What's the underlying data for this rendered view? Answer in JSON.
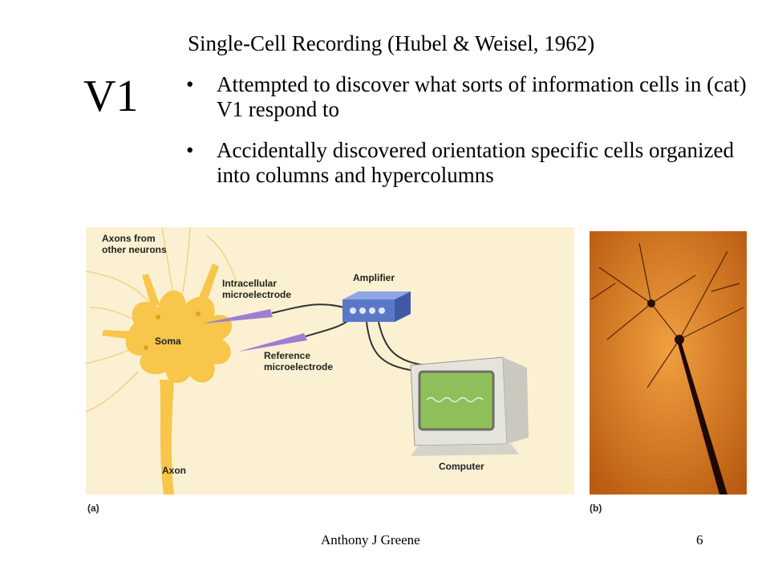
{
  "slide": {
    "side_title": "V1",
    "heading": "Single-Cell Recording (Hubel & Weisel, 1962)",
    "bullets": [
      "Attempted to discover what sorts of information cells in (cat) V1 respond to",
      "Accidentally discovered orientation specific cells organized into columns and hypercolumns"
    ],
    "bullet_symbol": "•"
  },
  "figure": {
    "labels": {
      "axons": [
        "Axons from",
        "other neurons"
      ],
      "intracellular": [
        "Intracellular",
        "microelectrode"
      ],
      "amplifier": "Amplifier",
      "soma": "Soma",
      "reference": [
        "Reference",
        "microelectrode"
      ],
      "axon": "Axon",
      "computer": "Computer",
      "panel_a": "(a)",
      "panel_b": "(b)"
    },
    "colors": {
      "diagram_background": "#fbf1d2",
      "neuron": "#f7c64a",
      "electrode": "#9b7fd0",
      "amplifier": "#5b78c8",
      "monitor_screen": "#8fbf5a",
      "photo_background": "#d9771a"
    }
  },
  "footer": {
    "author": "Anthony J Greene",
    "page": "6"
  }
}
